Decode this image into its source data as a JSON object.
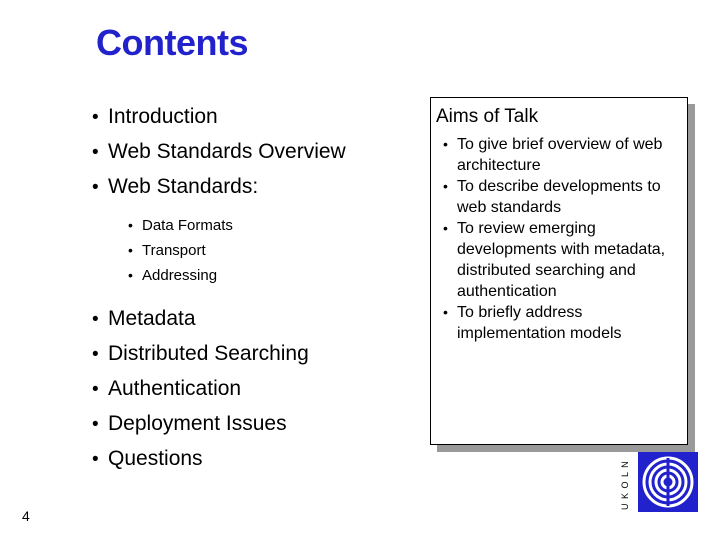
{
  "slide": {
    "title": "Contents",
    "page_number": "4",
    "left_items": [
      {
        "level": 1,
        "bullet": "•",
        "text": "Introduction"
      },
      {
        "level": 1,
        "bullet": "•",
        "text": "Web Standards Overview"
      },
      {
        "level": 1,
        "bullet": "•",
        "text": "Web Standards:"
      },
      {
        "level": 2,
        "bullet": "•",
        "text": "Data Formats"
      },
      {
        "level": 2,
        "bullet": "•",
        "text": "Transport"
      },
      {
        "level": 2,
        "bullet": "•",
        "text": "Addressing"
      },
      {
        "level": 1,
        "bullet": "•",
        "text": "Metadata"
      },
      {
        "level": 1,
        "bullet": "•",
        "text": "Distributed Searching"
      },
      {
        "level": 1,
        "bullet": "•",
        "text": "Authentication"
      },
      {
        "level": 1,
        "bullet": "•",
        "text": "Deployment Issues"
      },
      {
        "level": 1,
        "bullet": "•",
        "text": "Questions"
      }
    ],
    "sidebar": {
      "heading": "Aims of Talk",
      "items": [
        {
          "bullet": "•",
          "text": "To give brief overview of web architecture"
        },
        {
          "bullet": "•",
          "text": "To describe developments to web standards"
        },
        {
          "bullet": "•",
          "text": "To review emerging developments with metadata, distributed searching and authentication"
        },
        {
          "bullet": "•",
          "text": "To briefly address implementation models"
        }
      ]
    },
    "logo": {
      "label": "U K O L N"
    },
    "colors": {
      "title": "#2222cc",
      "logo": "#2222cc",
      "shadow": "#9a9a9a",
      "text": "#000000"
    }
  }
}
